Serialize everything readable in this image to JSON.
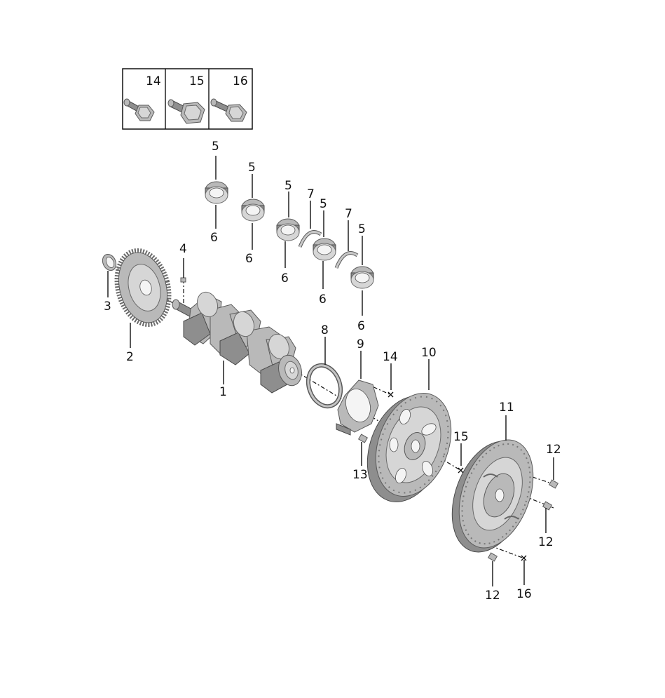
{
  "diagram": {
    "colors": {
      "metal": "#b9b9b9",
      "metal_dark": "#8e8e8e",
      "line": "#111111"
    },
    "bolt_box": {
      "labels": [
        "14",
        "15",
        "16"
      ]
    },
    "callouts": {
      "c1": "1",
      "c2": "2",
      "c3": "3",
      "c4": "4",
      "c5a": "5",
      "c5b": "5",
      "c5c": "5",
      "c5d": "5",
      "c5e": "5",
      "c6a": "6",
      "c6b": "6",
      "c6c": "6",
      "c6d": "6",
      "c6e": "6",
      "c7a": "7",
      "c7b": "7",
      "c8": "8",
      "c9": "9",
      "c10": "10",
      "c11": "11",
      "c12a": "12",
      "c12b": "12",
      "c12c": "12",
      "c13": "13",
      "c14": "14",
      "c15": "15",
      "c16": "16"
    }
  }
}
